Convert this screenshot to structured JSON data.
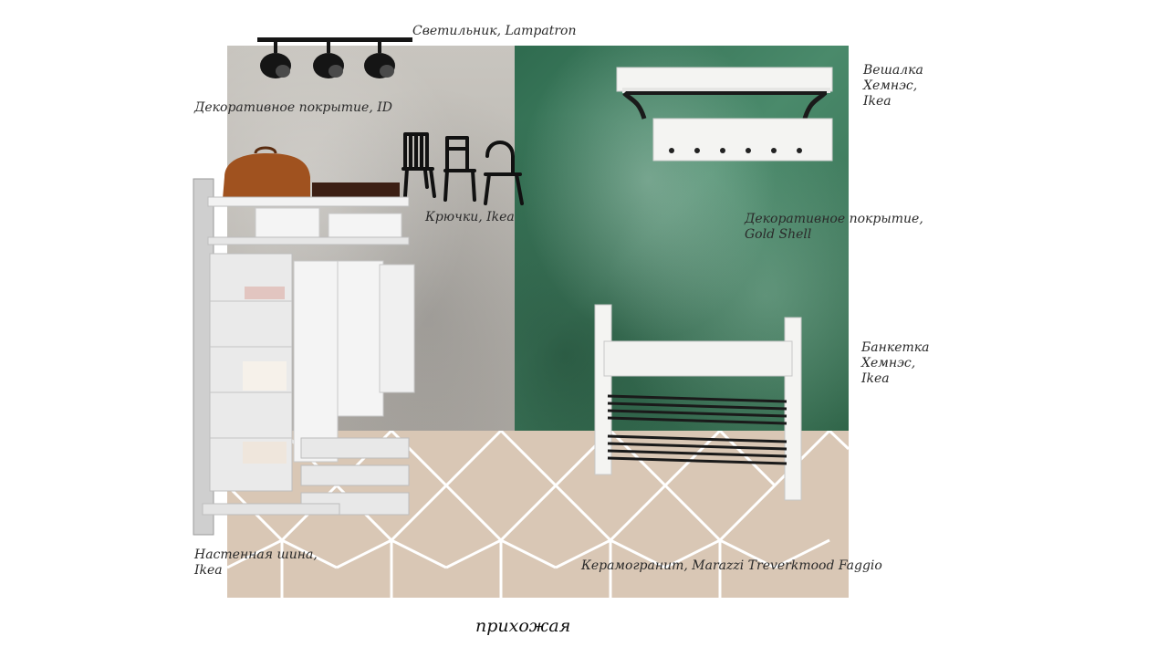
{
  "board": {
    "title": "прихожая",
    "labels": {
      "light": "Светильник, Lampatron",
      "coat_rack": "Вешалка\nХемнэс,\nIkea",
      "deco_id": "Декоративное покрытие, ID",
      "hooks": "Крючки, Ikea",
      "deco_gold": "Декоративное покрытие,\nGold Shell",
      "bench": "Банкетка\nХемнэс,\nIkea",
      "rail": "Настенная шина,\nIkea",
      "tile": "Керамогранит, Marazzi Treverkmood Faggio"
    },
    "colors": {
      "concrete": "#b9b6b0",
      "green_wall": "#3f7a5e",
      "floor": "#d9c7b5",
      "black": "#151515",
      "white_furniture": "#f2f2f0"
    }
  }
}
